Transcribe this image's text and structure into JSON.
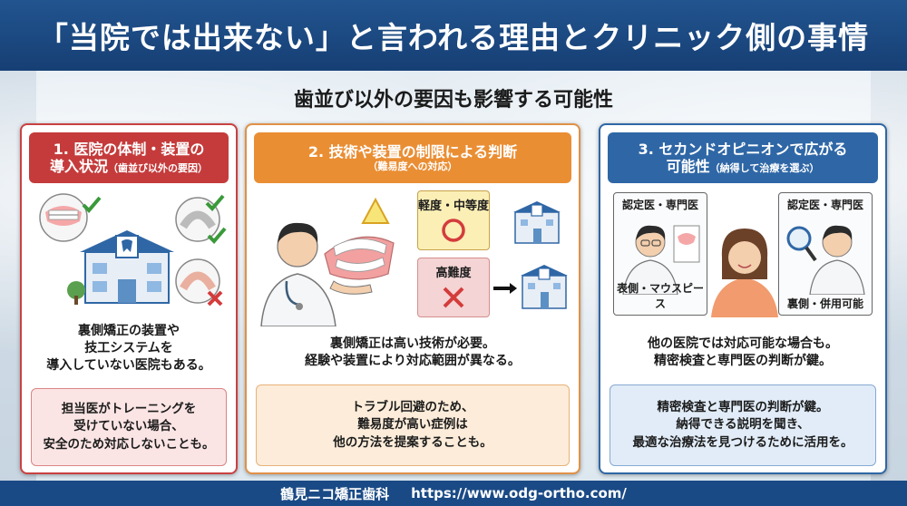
{
  "header": {
    "title": "「当院では出来ない」と言われる理由とクリニック側の事情"
  },
  "subtitle": "歯並び以外の要因も影響する可能性",
  "panels": [
    {
      "title_line1": "1. 医院の体制・装置の",
      "title_line2": "導入状況",
      "title_note": "（歯並び以外の要因）",
      "body": [
        "裏側矯正の装置や",
        "技工システムを",
        "導入していない医院もある。"
      ],
      "box": [
        "担当医がトレーニングを",
        "受けていない場合、",
        "安全のため対応しないことも。"
      ]
    },
    {
      "title_line1": "2. 技術や装置の制限による判断",
      "title_note": "（難易度への対応）",
      "labels": {
        "mild": "軽度・中等度",
        "severe": "高難度"
      },
      "body": [
        "裏側矯正は高い技術が必要。",
        "経験や装置により対応範囲が異なる。"
      ],
      "box": [
        "トラブル回避のため、",
        "難易度が高い症例は",
        "他の方法を提案することも。"
      ]
    },
    {
      "title_line1": "3. セカンドオピニオンで広がる",
      "title_line2": "可能性",
      "title_note": "（納得して治療を選ぶ）",
      "labels": {
        "left_head": "認定医・専門医",
        "left_foot": "表側・マウスピース",
        "right_head": "認定医・専門医",
        "right_foot": "裏側・併用可能"
      },
      "body": [
        "他の医院では対応可能な場合も。",
        "精密検査と専門医の判断が鍵。"
      ],
      "box": [
        "精密検査と専門医の判断が鍵。",
        "納得できる説明を聞き、",
        "最適な治療法を見つけるために活用を。"
      ]
    }
  ],
  "footer": {
    "clinic": "鶴見ニコ矯正歯科",
    "url": "https://www.odg-ortho.com/"
  },
  "colors": {
    "header": "#1a4a86",
    "panel1": "#c53b3b",
    "panel2": "#ea8e34",
    "panel3": "#2f67a6"
  }
}
